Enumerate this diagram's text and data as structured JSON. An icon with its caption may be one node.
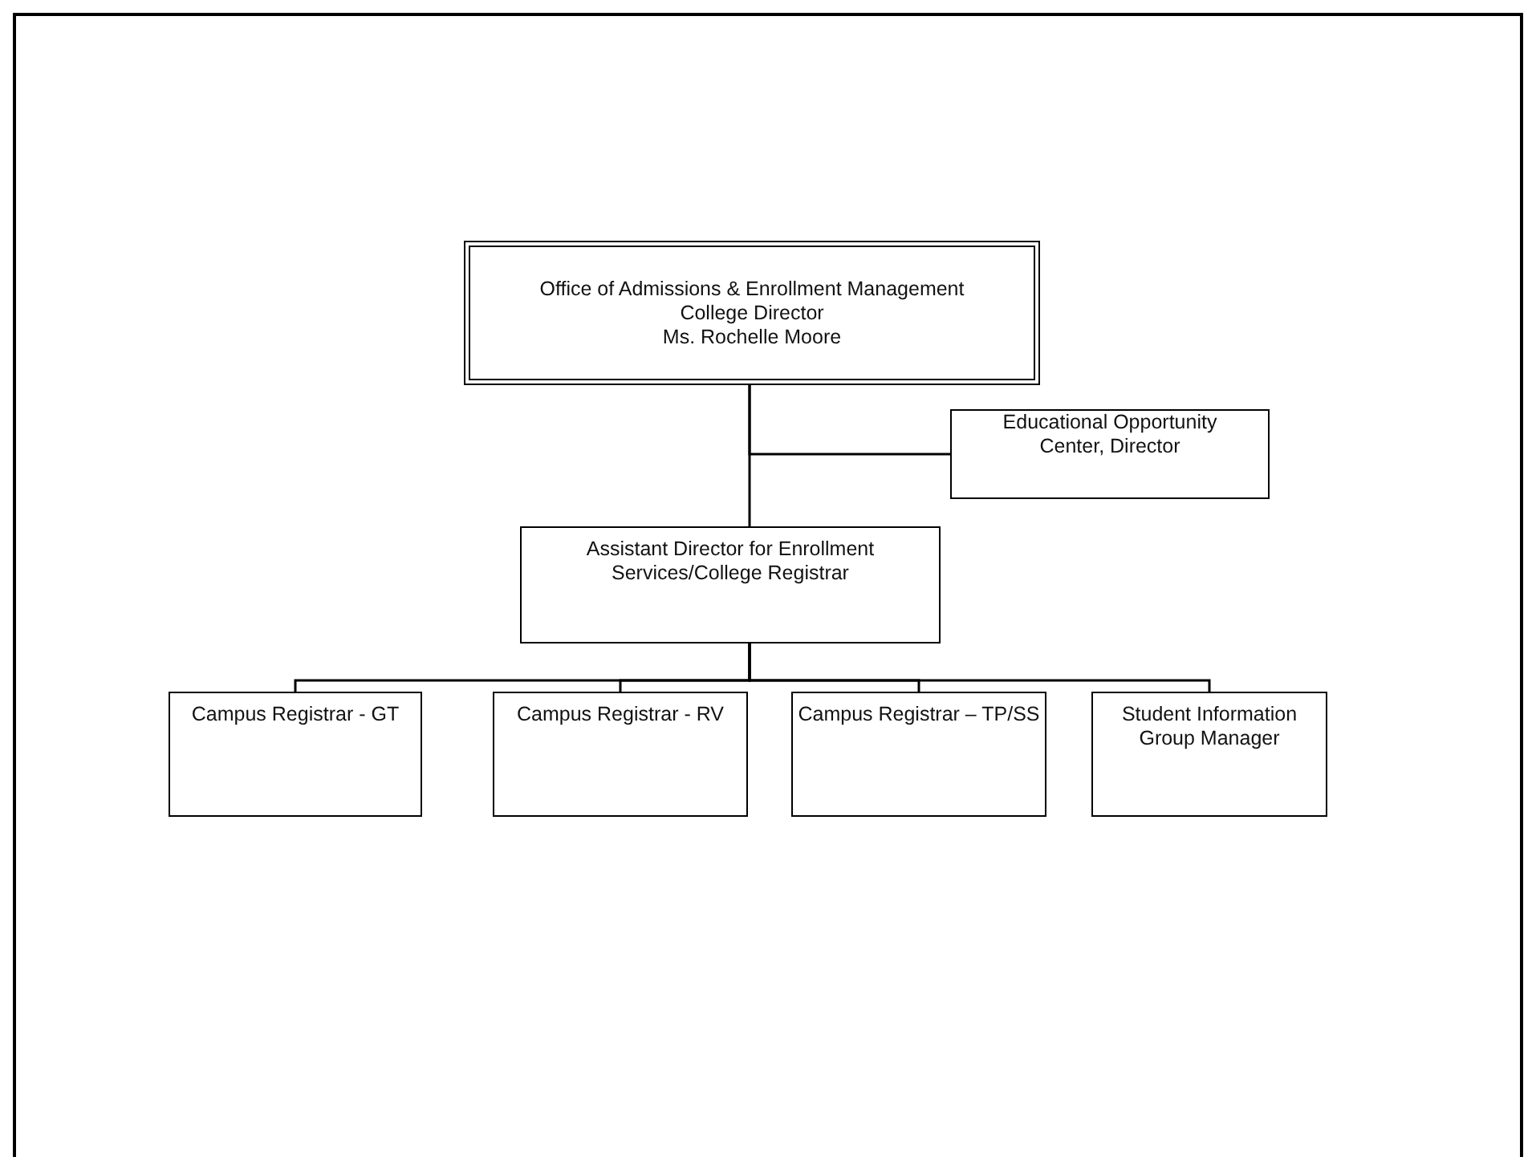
{
  "diagram": {
    "nodes": [
      {
        "text": [
          "Office of Admissions & Enrollment Management",
          "College Director",
          "Ms. Rochelle Moore"
        ]
      },
      {
        "text": [
          "Educational Opportunity Center, Director"
        ]
      },
      {
        "text": [
          "Assistant Director for Enrollment Services/College Registrar"
        ]
      },
      {
        "text": [
          "Campus Registrar - GT"
        ]
      },
      {
        "text": [
          "Campus Registrar - RV"
        ]
      },
      {
        "text": [
          "Campus Registrar – TP/SS"
        ]
      },
      {
        "text": [
          "Student Information Group Manager"
        ]
      }
    ],
    "edges": [
      {
        "from": 0,
        "to": 1,
        "arrow": "none"
      },
      {
        "from": 0,
        "to": 2,
        "arrow": "none"
      },
      {
        "from": 2,
        "to": 3,
        "arrow": "none"
      },
      {
        "from": 2,
        "to": 4,
        "arrow": "none"
      },
      {
        "from": 2,
        "to": 5,
        "arrow": "none"
      },
      {
        "from": 2,
        "to": 6,
        "arrow": "none"
      }
    ]
  }
}
